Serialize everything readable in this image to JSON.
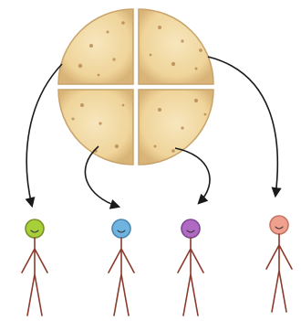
{
  "diagram": {
    "pie": {
      "pieces": 4,
      "crust_color": "#f3d9a2",
      "edge_color": "#c9a36a",
      "speck_color": "#b7864e"
    },
    "arrow_color": "#1a1a1a",
    "people": [
      {
        "id": "person-1",
        "face_color": "#a6cf3a"
      },
      {
        "id": "person-2",
        "face_color": "#6fb3e0"
      },
      {
        "id": "person-3",
        "face_color": "#b06ac4"
      },
      {
        "id": "person-4",
        "face_color": "#f0a08e"
      }
    ],
    "body_color": "#8a3b2c"
  }
}
